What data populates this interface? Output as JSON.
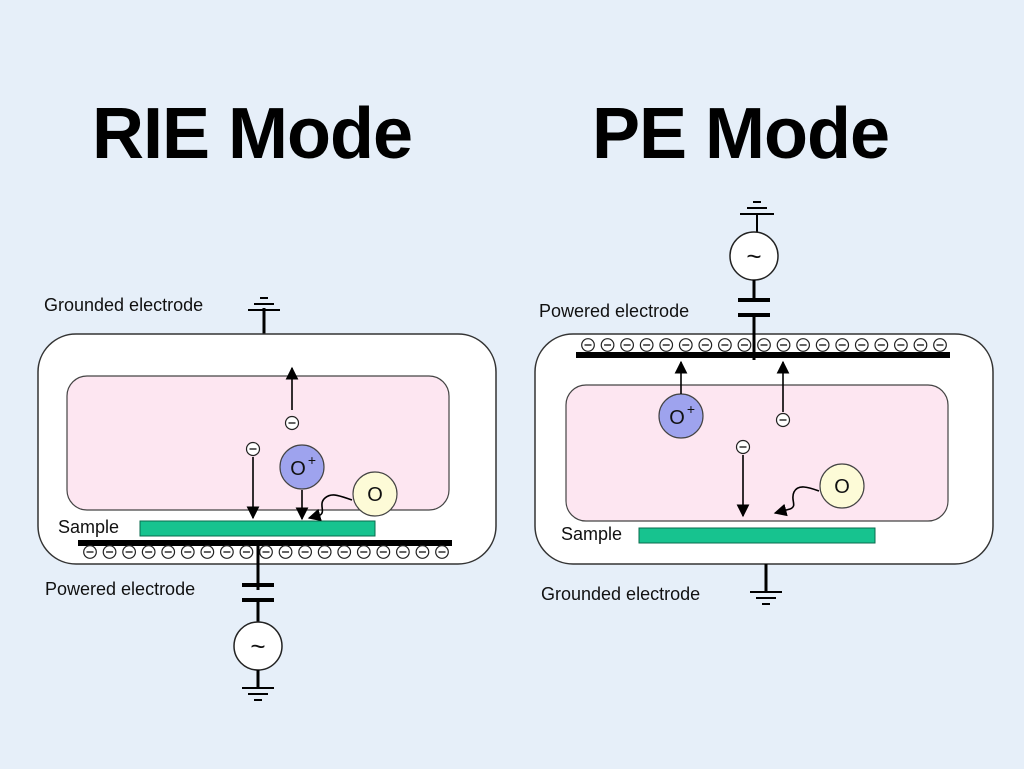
{
  "titles": {
    "rie": "RIE Mode",
    "pe": "PE Mode"
  },
  "rie": {
    "top_electrode_label": "Grounded electrode",
    "bottom_electrode_label": "Powered electrode",
    "sample_label": "Sample",
    "ion_label": "O",
    "ion_charge": "+",
    "radical_label": "O",
    "rf_source_symbol": "~",
    "sheath_electron_count": 19,
    "sheath_position": "below-powered-electrode"
  },
  "pe": {
    "top_electrode_label": "Powered electrode",
    "bottom_electrode_label": "Grounded electrode",
    "sample_label": "Sample",
    "ion_label": "O",
    "ion_charge": "+",
    "radical_label": "O",
    "rf_source_symbol": "~",
    "sheath_electron_count": 19,
    "sheath_position": "above-powered-electrode"
  },
  "colors": {
    "background": "#e6eff9",
    "chamber": "#ffffff",
    "plasma": "#fde6f1",
    "sample": "#17c38f",
    "ion": "#9ea3ee",
    "radical": "#fdfbd7"
  }
}
